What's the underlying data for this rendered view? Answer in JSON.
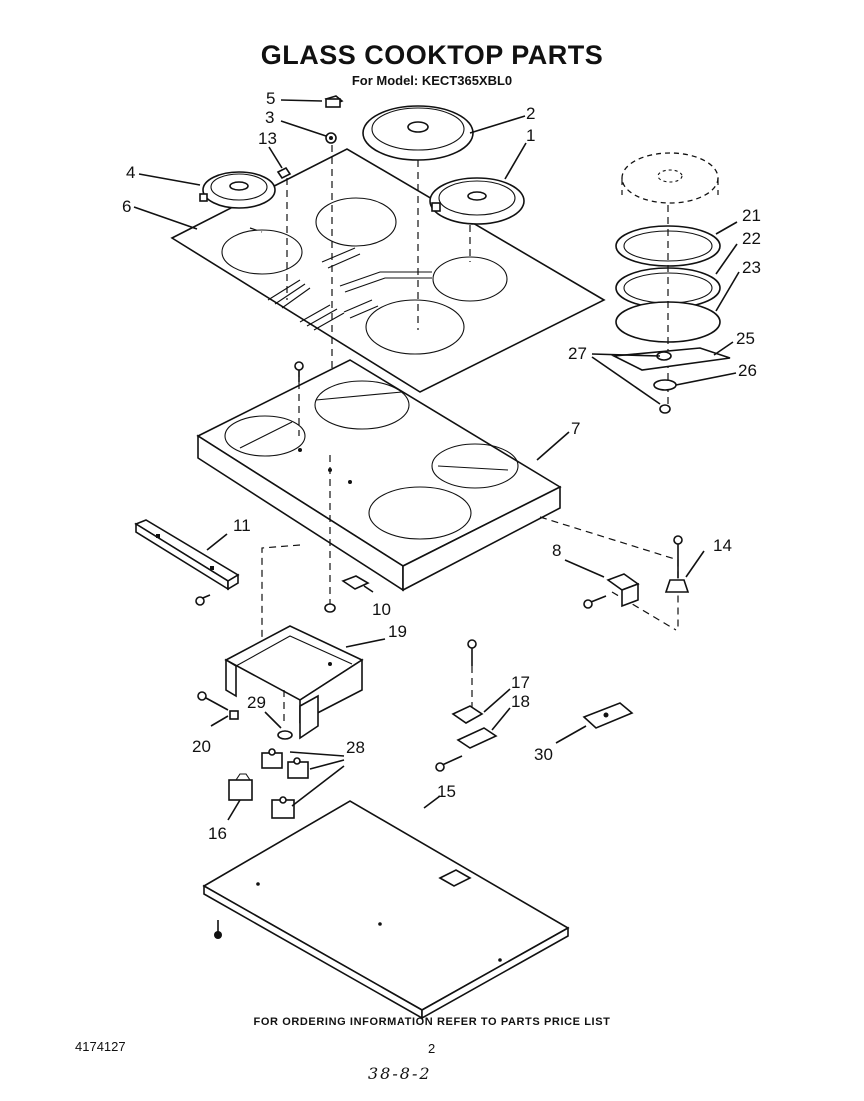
{
  "header": {
    "title": "GLASS COOKTOP PARTS",
    "subtitle": "For Model: KECT365XBL0"
  },
  "footer": {
    "ordering_note": "FOR ORDERING INFORMATION REFER TO PARTS PRICE LIST",
    "document_number": "4174127",
    "page_number": "2",
    "handwritten_note": "38-8-2"
  },
  "callouts": [
    {
      "id": "c1",
      "label": "1"
    },
    {
      "id": "c2",
      "label": "2"
    },
    {
      "id": "c3",
      "label": "3"
    },
    {
      "id": "c4",
      "label": "4"
    },
    {
      "id": "c5",
      "label": "5"
    },
    {
      "id": "c6",
      "label": "6"
    },
    {
      "id": "c7",
      "label": "7"
    },
    {
      "id": "c8",
      "label": "8"
    },
    {
      "id": "c10",
      "label": "10"
    },
    {
      "id": "c11",
      "label": "11"
    },
    {
      "id": "c13",
      "label": "13"
    },
    {
      "id": "c14",
      "label": "14"
    },
    {
      "id": "c15",
      "label": "15"
    },
    {
      "id": "c16",
      "label": "16"
    },
    {
      "id": "c17",
      "label": "17"
    },
    {
      "id": "c18",
      "label": "18"
    },
    {
      "id": "c19",
      "label": "19"
    },
    {
      "id": "c20",
      "label": "20"
    },
    {
      "id": "c21",
      "label": "21"
    },
    {
      "id": "c22",
      "label": "22"
    },
    {
      "id": "c23",
      "label": "23"
    },
    {
      "id": "c25",
      "label": "25"
    },
    {
      "id": "c26",
      "label": "26"
    },
    {
      "id": "c27",
      "label": "27"
    },
    {
      "id": "c28",
      "label": "28"
    },
    {
      "id": "c29",
      "label": "29"
    },
    {
      "id": "c30",
      "label": "30"
    }
  ]
}
